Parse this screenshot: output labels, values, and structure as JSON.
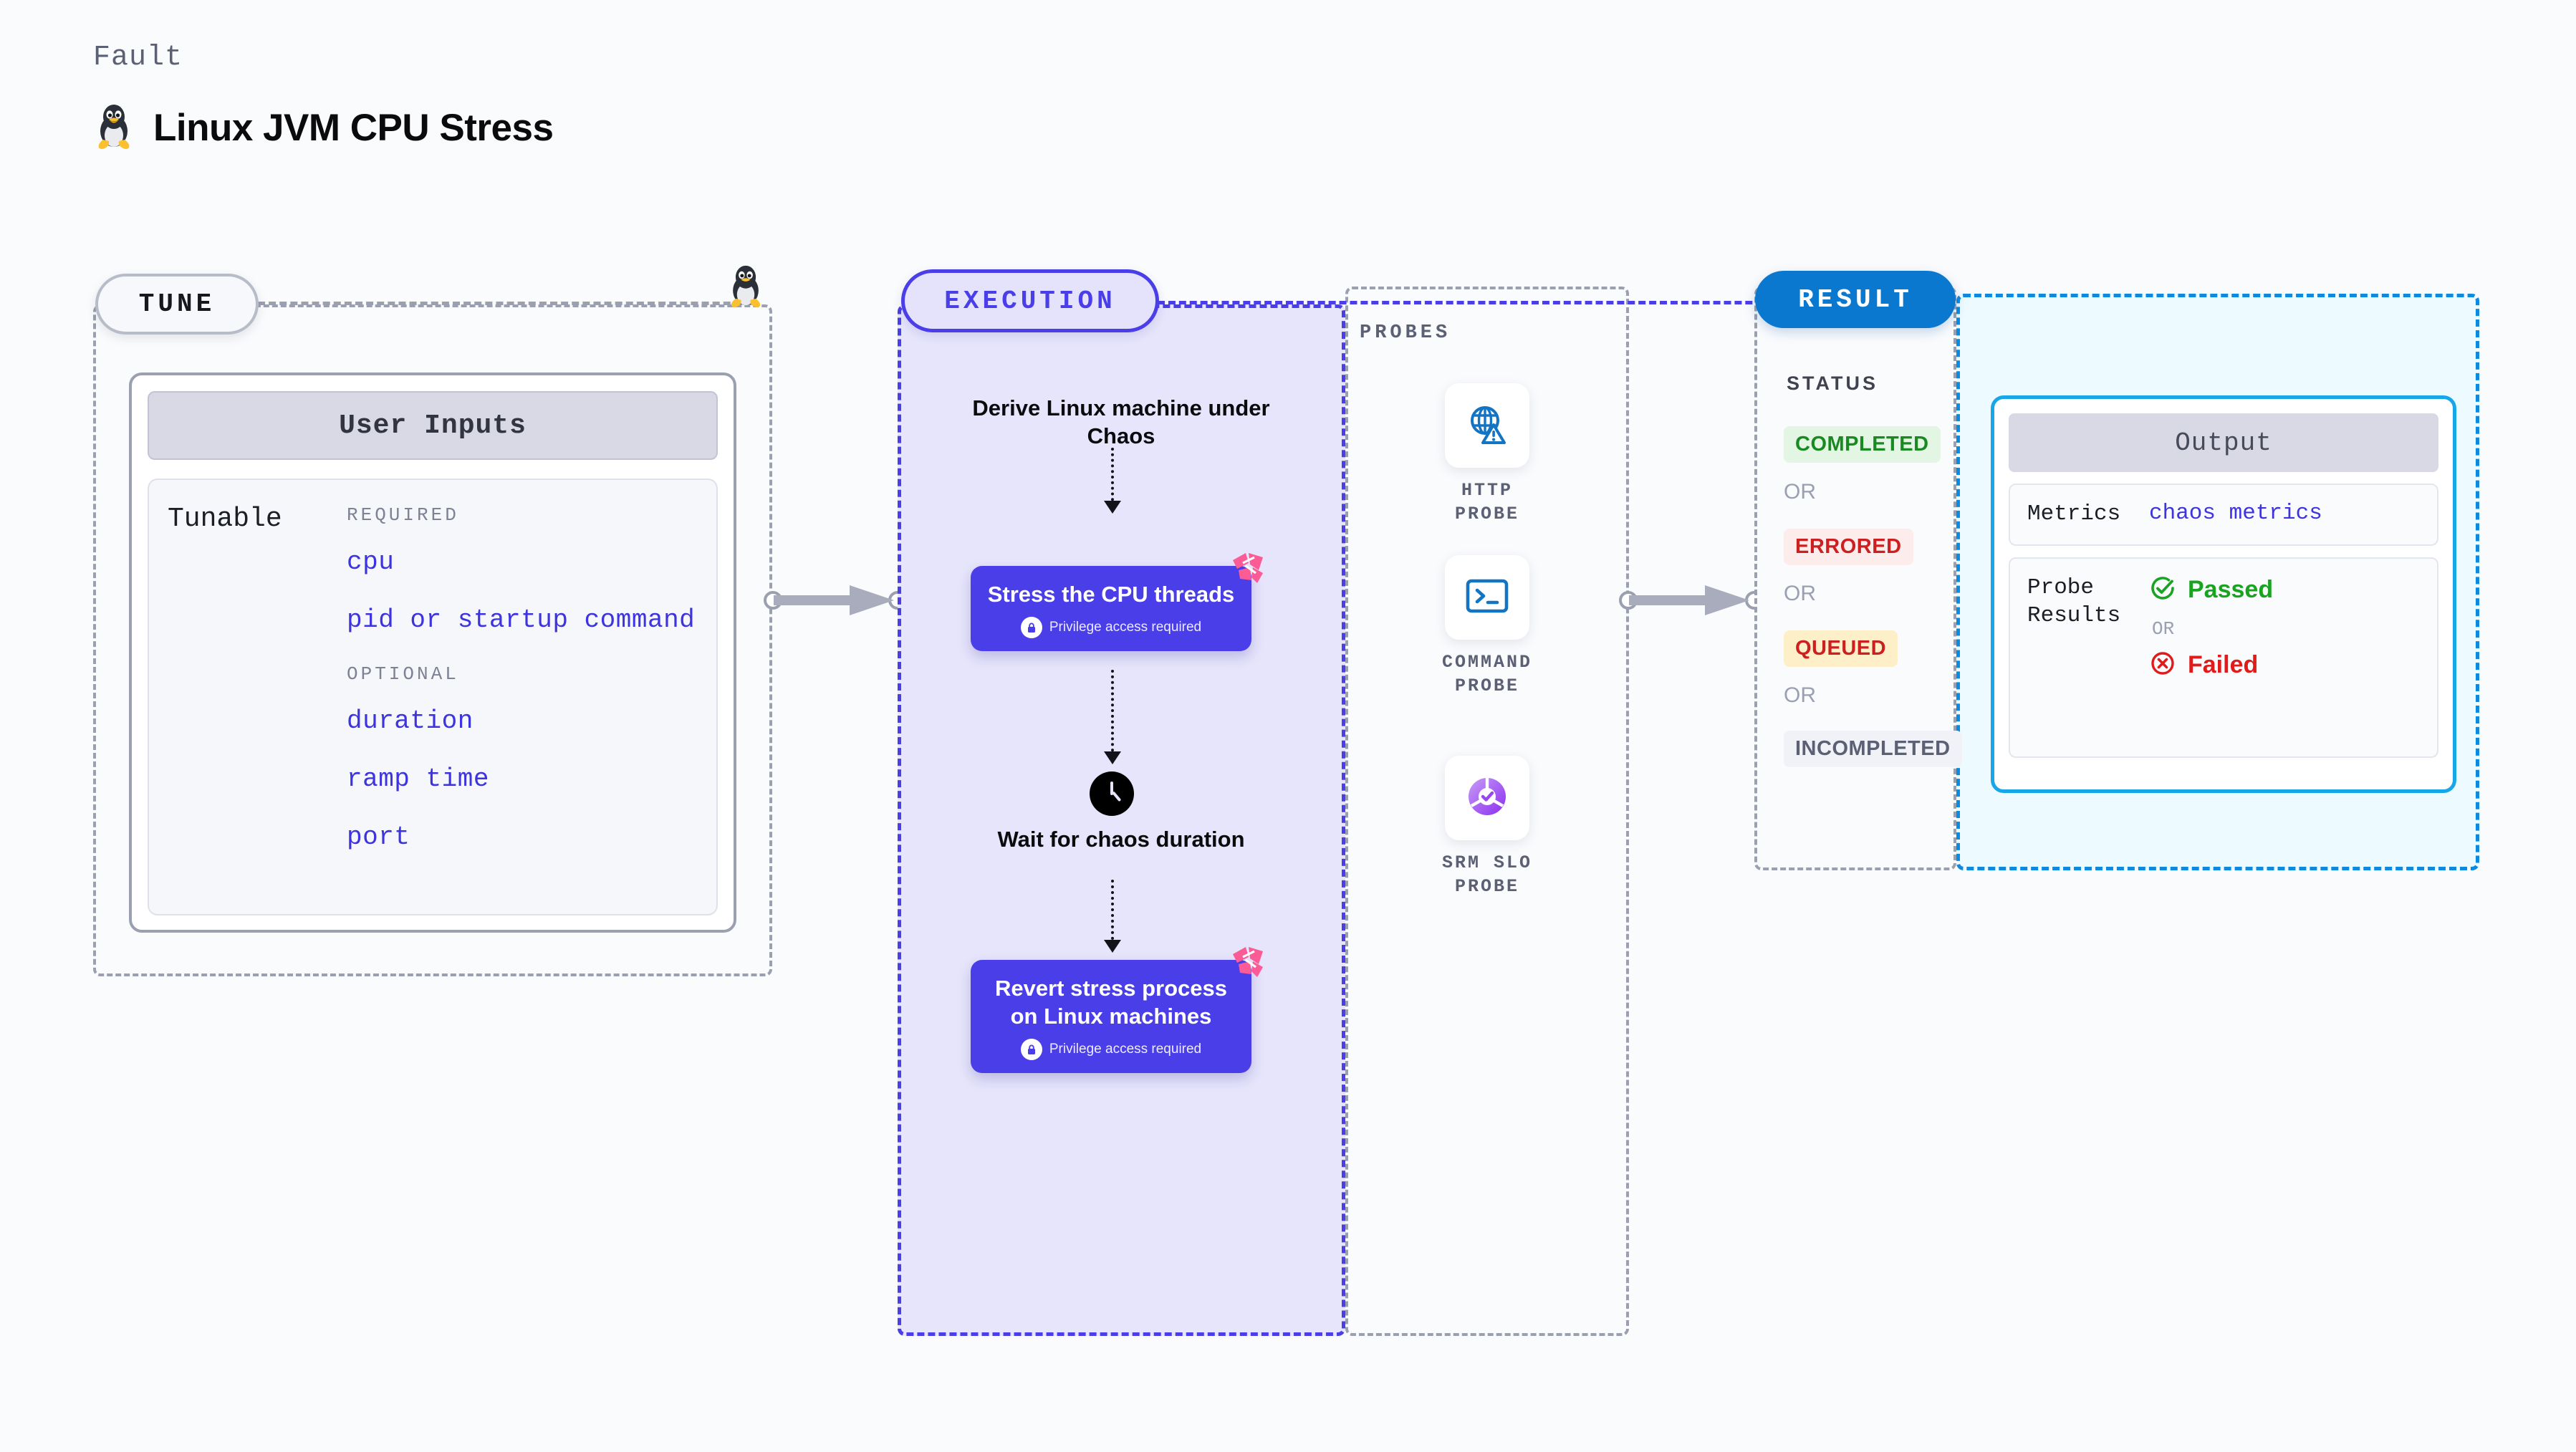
{
  "header": {
    "kicker": "Fault",
    "title": "Linux JVM CPU Stress",
    "icon": "linux-penguin-icon"
  },
  "tune": {
    "label": "TUNE",
    "card_title": "User Inputs",
    "tunable_label": "Tunable",
    "groups": [
      {
        "name": "REQUIRED",
        "items": [
          "cpu",
          "pid or startup command"
        ]
      },
      {
        "name": "OPTIONAL",
        "items": [
          "duration",
          "ramp time",
          "port"
        ]
      }
    ]
  },
  "execution": {
    "label": "EXECUTION",
    "steps": [
      {
        "type": "text",
        "title": "Derive Linux machine under Chaos"
      },
      {
        "type": "node",
        "title": "Stress the CPU threads",
        "privilege": "Privilege access required",
        "badge": "chaos-corner-icon"
      },
      {
        "type": "wait",
        "icon": "clock-icon",
        "title": "Wait for chaos duration"
      },
      {
        "type": "node",
        "title": "Revert stress process on Linux machines",
        "privilege": "Privilege access required",
        "badge": "chaos-corner-icon"
      }
    ]
  },
  "probes": {
    "title": "PROBES",
    "items": [
      {
        "label": "HTTP PROBE",
        "icon": "globe-warning-icon"
      },
      {
        "label": "COMMAND PROBE",
        "icon": "terminal-icon"
      },
      {
        "label": "SRM SLO PROBE",
        "icon": "srm-slo-icon"
      }
    ]
  },
  "result": {
    "label": "RESULT",
    "status_title": "STATUS",
    "or_text": "OR",
    "statuses": [
      {
        "text": "COMPLETED",
        "bg": "#e2f6e3",
        "fg": "#198a22"
      },
      {
        "text": "ERRORED",
        "bg": "#fdecec",
        "fg": "#cc2020"
      },
      {
        "text": "QUEUED",
        "bg": "#fdf0c9",
        "fg": "#cc2020"
      },
      {
        "text": "INCOMPLETED",
        "bg": "#f1f2f7",
        "fg": "#5b6074"
      }
    ],
    "output": {
      "title": "Output",
      "metrics_key": "Metrics",
      "metrics_value": "chaos metrics",
      "probe_results_key": "Probe Results",
      "passed": "Passed",
      "failed": "Failed",
      "or_text": "OR"
    }
  },
  "colors": {
    "primary_purple": "#4a3ee8",
    "result_blue": "#0b78d0",
    "probe_blue": "#1474c4",
    "pass_green": "#1aa321",
    "fail_red": "#e01b1b",
    "chaos_pink": "#f9538f",
    "gray_dash": "#9aa0b0"
  }
}
